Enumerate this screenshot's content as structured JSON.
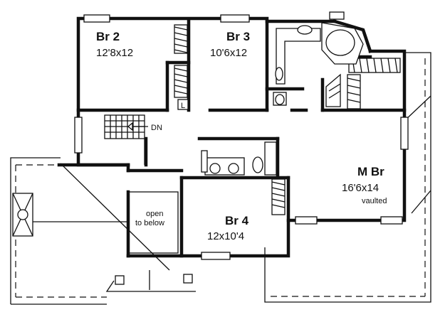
{
  "rooms": {
    "br2": {
      "name": "Br 2",
      "dims": "12'8x12"
    },
    "br3": {
      "name": "Br 3",
      "dims": "10'6x12"
    },
    "br4": {
      "name": "Br 4",
      "dims": "12x10'4"
    },
    "mbr": {
      "name": "M Br",
      "dims": "16'6x14",
      "note": "vaulted"
    }
  },
  "labels": {
    "stair_dn": "DN",
    "open_line1": "open",
    "open_line2": "to below",
    "linen": "L"
  }
}
